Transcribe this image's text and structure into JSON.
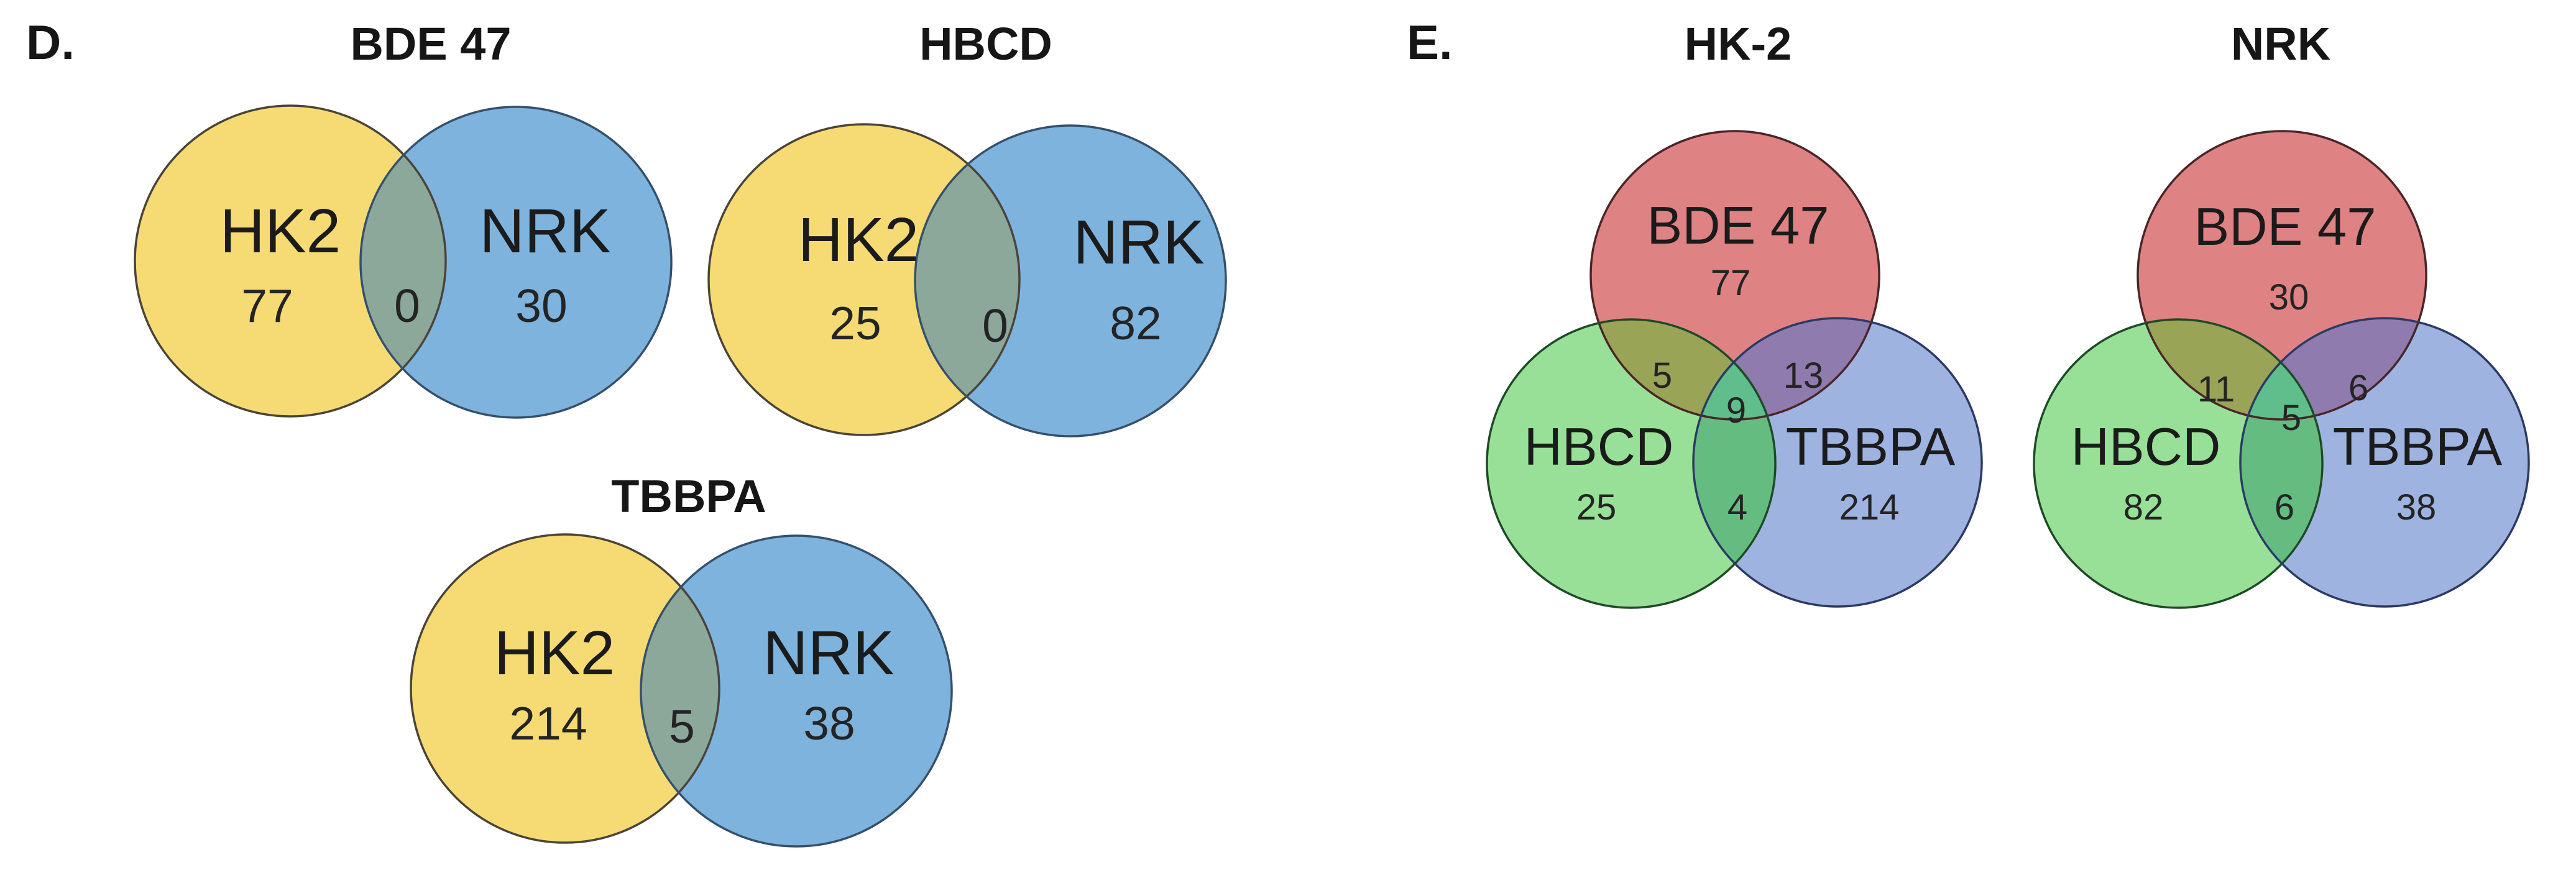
{
  "figure": {
    "panel_d_label": "D.",
    "panel_e_label": "E."
  },
  "colors": {
    "yellow": "#F6DB74",
    "blue": "#7EB3DE",
    "yellow_blue_overlap": "#8CA89B",
    "red": "#DF8284",
    "green": "#98E097",
    "periwinkle": "#9FB3E0",
    "red_green_overlap": "#99A457",
    "red_periwinkle_overlap": "#8F7BAD",
    "green_periwinkle_overlap": "#64BC80",
    "triple_overlap": "#5FBE8B",
    "yellow_stroke": "#4a4438",
    "blue_stroke": "#35506b",
    "red_stroke": "#4a2527",
    "green_stroke": "#1e4a26",
    "periwinkle_stroke": "#2b3a63"
  },
  "venn2": {
    "bde47": {
      "title": "BDE 47",
      "left_label": "HK2",
      "left_count": "77",
      "overlap_count": "0",
      "right_label": "NRK",
      "right_count": "30"
    },
    "hbcd": {
      "title": "HBCD",
      "left_label": "HK2",
      "left_count": "25",
      "overlap_count": "0",
      "right_label": "NRK",
      "right_count": "82"
    },
    "tbbpa": {
      "title": "TBBPA",
      "left_label": "HK2",
      "left_count": "214",
      "overlap_count": "5",
      "right_label": "NRK",
      "right_count": "38"
    }
  },
  "venn3": {
    "hk2": {
      "title": "HK-2",
      "top_label": "BDE 47",
      "top_count": "77",
      "left_label": "HBCD",
      "left_count": "25",
      "right_label": "TBBPA",
      "right_count": "214",
      "top_left_count": "5",
      "top_right_count": "13",
      "center_count": "9",
      "bottom_count": "4"
    },
    "nrk": {
      "title": "NRK",
      "top_label": "BDE 47",
      "top_count": "30",
      "left_label": "HBCD",
      "left_count": "82",
      "right_label": "TBBPA",
      "right_count": "38",
      "top_left_count": "11",
      "top_right_count": "6",
      "center_count": "5",
      "bottom_count": "6"
    }
  },
  "chart_data": [
    {
      "type": "venn",
      "subtype": "2-set",
      "title": "BDE 47",
      "sets": [
        "HK2",
        "NRK"
      ],
      "values": {
        "HK2_only": 77,
        "NRK_only": 30,
        "HK2_and_NRK": 0
      }
    },
    {
      "type": "venn",
      "subtype": "2-set",
      "title": "HBCD",
      "sets": [
        "HK2",
        "NRK"
      ],
      "values": {
        "HK2_only": 25,
        "NRK_only": 82,
        "HK2_and_NRK": 0
      }
    },
    {
      "type": "venn",
      "subtype": "2-set",
      "title": "TBBPA",
      "sets": [
        "HK2",
        "NRK"
      ],
      "values": {
        "HK2_only": 214,
        "NRK_only": 38,
        "HK2_and_NRK": 5
      }
    },
    {
      "type": "venn",
      "subtype": "3-set",
      "title": "HK-2",
      "sets": [
        "BDE 47",
        "HBCD",
        "TBBPA"
      ],
      "values": {
        "BDE47_only": 77,
        "HBCD_only": 25,
        "TBBPA_only": 214,
        "BDE47_and_HBCD": 5,
        "BDE47_and_TBBPA": 13,
        "HBCD_and_TBBPA": 4,
        "all_three": 9
      }
    },
    {
      "type": "venn",
      "subtype": "3-set",
      "title": "NRK",
      "sets": [
        "BDE 47",
        "HBCD",
        "TBBPA"
      ],
      "values": {
        "BDE47_only": 30,
        "HBCD_only": 82,
        "TBBPA_only": 38,
        "BDE47_and_HBCD": 11,
        "BDE47_and_TBBPA": 6,
        "HBCD_and_TBBPA": 6,
        "all_three": 5
      }
    }
  ]
}
